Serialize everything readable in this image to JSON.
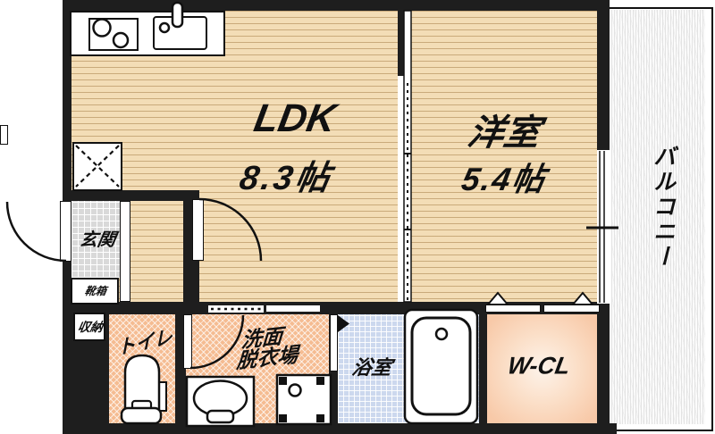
{
  "title": "apartment-floor-plan",
  "rooms": {
    "ldk": {
      "label": "LDK",
      "size": "8.3帖"
    },
    "western_room": {
      "label": "洋室",
      "size": "5.4帖"
    },
    "balcony": {
      "label": "バルコニー"
    },
    "entrance": {
      "label": "玄関"
    },
    "shoe_box": {
      "label": "靴箱"
    },
    "storage": {
      "label": "収納"
    },
    "toilet": {
      "label": "トイレ"
    },
    "washroom": {
      "label_line1": "洗面",
      "label_line2": "脱衣場"
    },
    "bathroom": {
      "label": "浴室"
    },
    "walk_in_closet": {
      "label": "W-CL"
    }
  },
  "icons": [
    "stove-icon",
    "kitchen-sink-icon",
    "refrigerator-space-icon",
    "toilet-icon",
    "washbasin-icon",
    "washing-machine-pan-icon",
    "bathtub-icon",
    "door-swing-arc-icon",
    "sliding-door-icon",
    "folding-door-icon",
    "window-icon"
  ],
  "colors": {
    "wall": "#1e1e1e",
    "wood_floor": "#f3ddb6",
    "wood_floor_line": "#a7804a",
    "wet_area_floor": "#f5bc92",
    "entrance_tile": "#d9d9d9",
    "bathroom_floor": "#ccd8ee",
    "wcl_center": "#fdf3ea",
    "wcl_edge": "#f8c9a8",
    "balcony_hatch": "#e3e3e3"
  }
}
